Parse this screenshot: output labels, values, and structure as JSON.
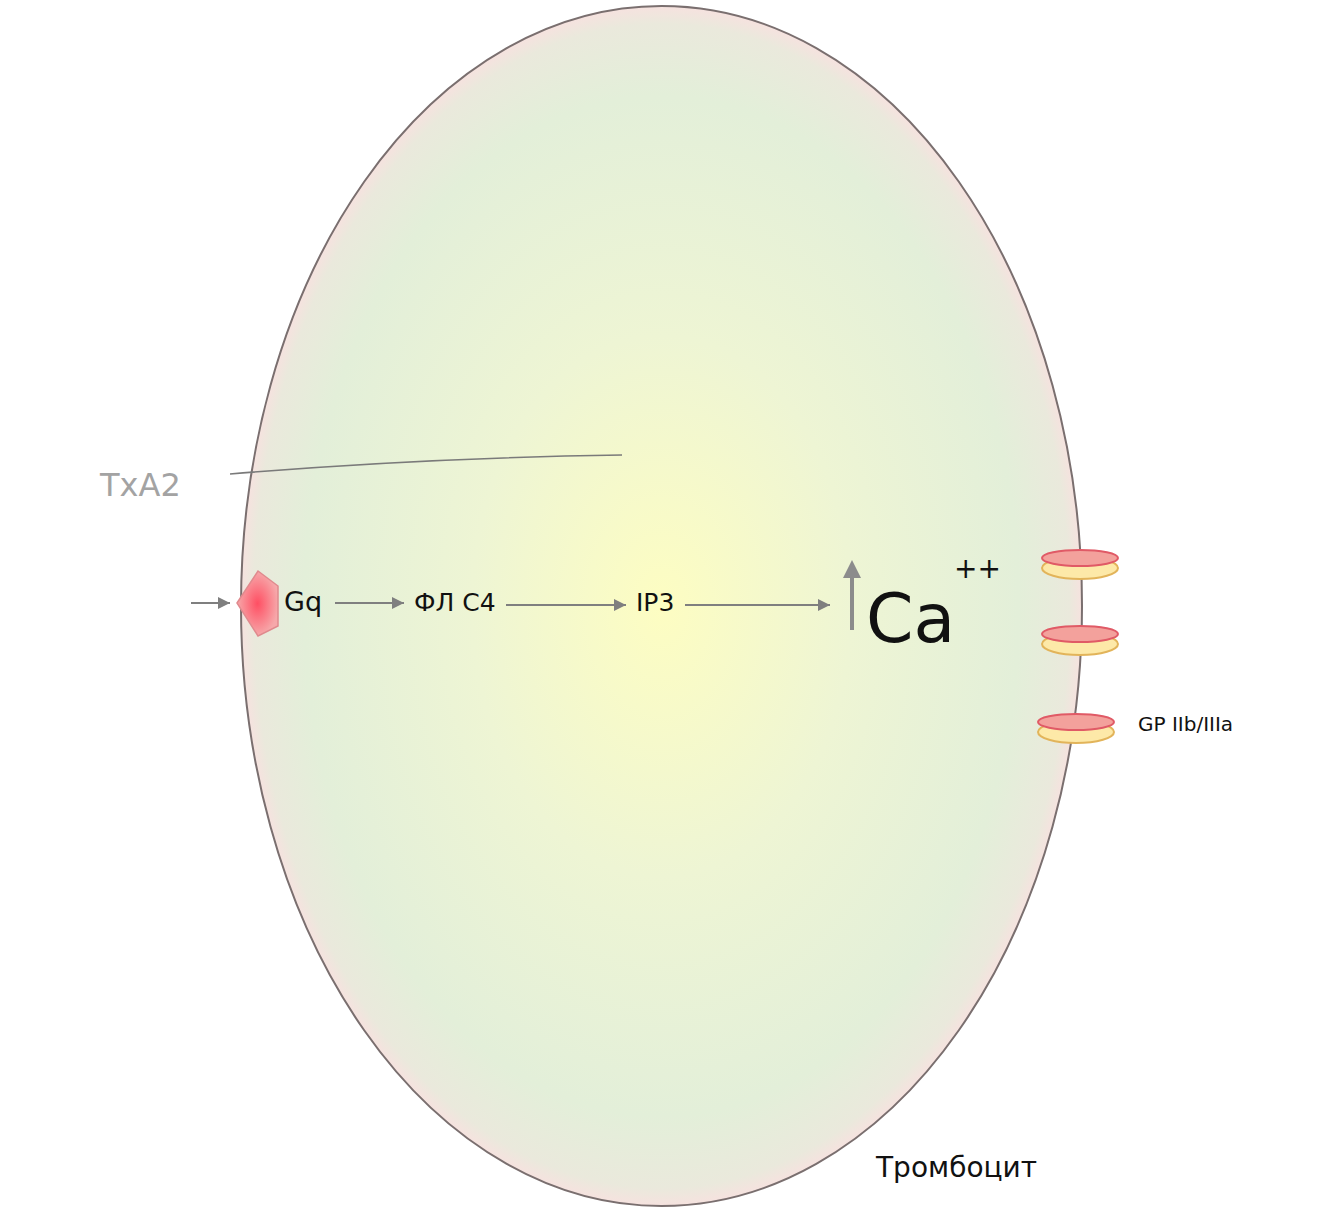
{
  "diagram": {
    "nodes": [
      {
        "text": [
          "Тромбоцит"
        ]
      },
      {
        "text": [
          "TxA2"
        ]
      },
      {
        "text": [
          "Gq"
        ],
        "in": 0
      },
      {
        "text": [
          "ФЛ C4"
        ],
        "in": 0
      },
      {
        "text": [
          "IP3"
        ],
        "in": 0
      },
      {
        "text": [
          "Ca",
          "++"
        ],
        "in": 0
      }
    ],
    "edges": [
      {
        "from": 1,
        "to": 2,
        "arrow": "to"
      },
      {
        "from": 2,
        "to": 3,
        "arrow": "to"
      },
      {
        "from": 3,
        "to": 4,
        "arrow": "to"
      },
      {
        "from": 4,
        "to": 5,
        "arrow": "to"
      }
    ],
    "labels": [
      "GP IIb/IIIa"
    ]
  }
}
